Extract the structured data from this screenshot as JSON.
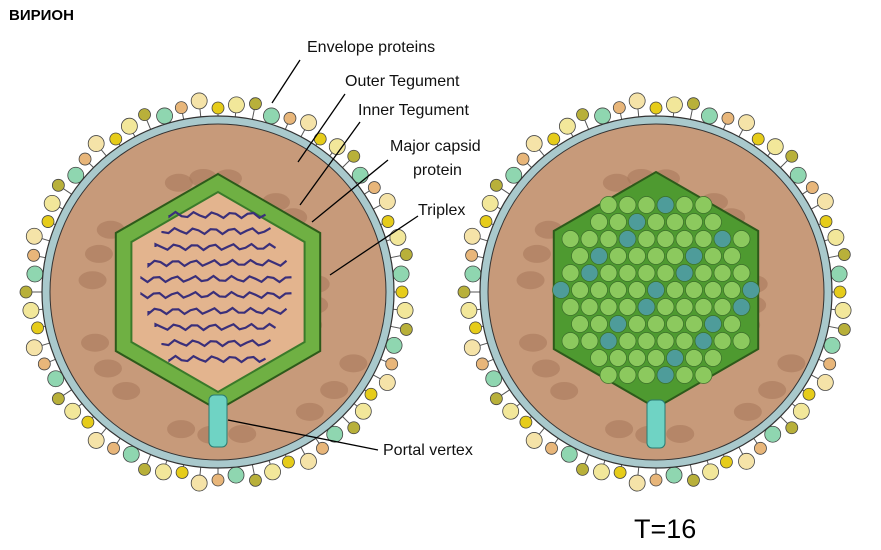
{
  "title": "ВИРИОН",
  "labels": {
    "envelope_proteins": "Envelope proteins",
    "outer_tegument": "Outer Tegument",
    "inner_tegument": "Inner Tegument",
    "major_capsid_line1": "Major capsid",
    "major_capsid_line2": "protein",
    "triplex": "Triplex",
    "portal_vertex": "Portal vertex"
  },
  "triangulation": "T=16",
  "colors": {
    "tegument": "#c79a7a",
    "tegument_dark": "#a9795c",
    "membrane": "#a9c9cc",
    "capsid": "#6fb043",
    "dna": "#3a2f7a",
    "portal": "#6fd3c4",
    "spike_yellow": "#e6cc1a"
  }
}
